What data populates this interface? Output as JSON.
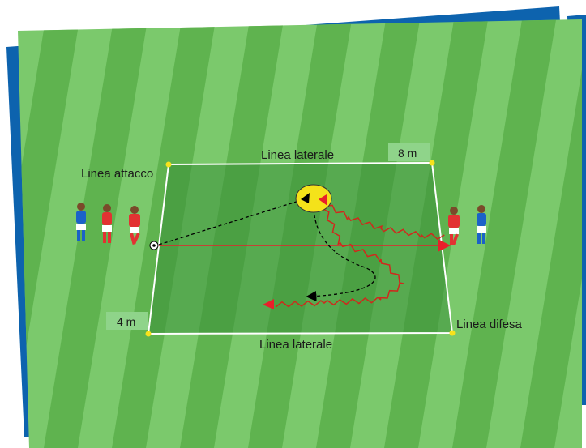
{
  "labels": {
    "top_sideline": "Linea laterale",
    "bottom_sideline": "Linea laterale",
    "attack_line": "Linea attacco",
    "defense_line": "Linea difesa"
  },
  "measures": {
    "width": "8 m",
    "depth": "4 m"
  },
  "colors": {
    "frame_blue": "#0d63ae",
    "grass_light": "#7bc96c",
    "grass_dark": "#5fb34f",
    "field_box": "#3b8f3a",
    "measure_tag": "#8fd48a",
    "ball_pass_arrow": "#e8202a",
    "run_path": "#d0281c",
    "coach_disc": "#f4e21a",
    "team_red": "#e23232",
    "team_blue": "#1b62c8"
  },
  "players": {
    "left_group": [
      "blue-player",
      "red-player",
      "red-player-with-ball"
    ],
    "right_group": [
      "red-player",
      "blue-player"
    ]
  }
}
